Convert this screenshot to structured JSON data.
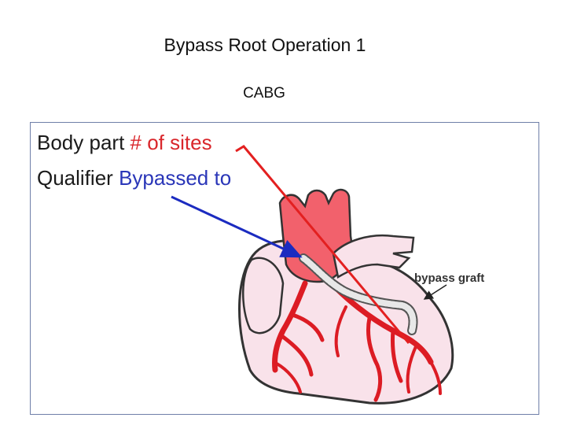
{
  "slide": {
    "title": "Bypass Root Operation 1",
    "subtitle": "CABG"
  },
  "text_lines": [
    {
      "prefix": "Body part",
      "highlight": "# of sites",
      "highlight_color": "#d9262b"
    },
    {
      "prefix": "Qualifier",
      "highlight": "Bypassed to",
      "highlight_color": "#2a36b8"
    }
  ],
  "diagram": {
    "graft_label": "bypass graft",
    "colors": {
      "heart_fill": "#f9e2ea",
      "aorta": "#f2616c",
      "artery": "#dc1c24",
      "red_arrow": "#e32020",
      "blue_arrow": "#1b2bc0"
    }
  }
}
